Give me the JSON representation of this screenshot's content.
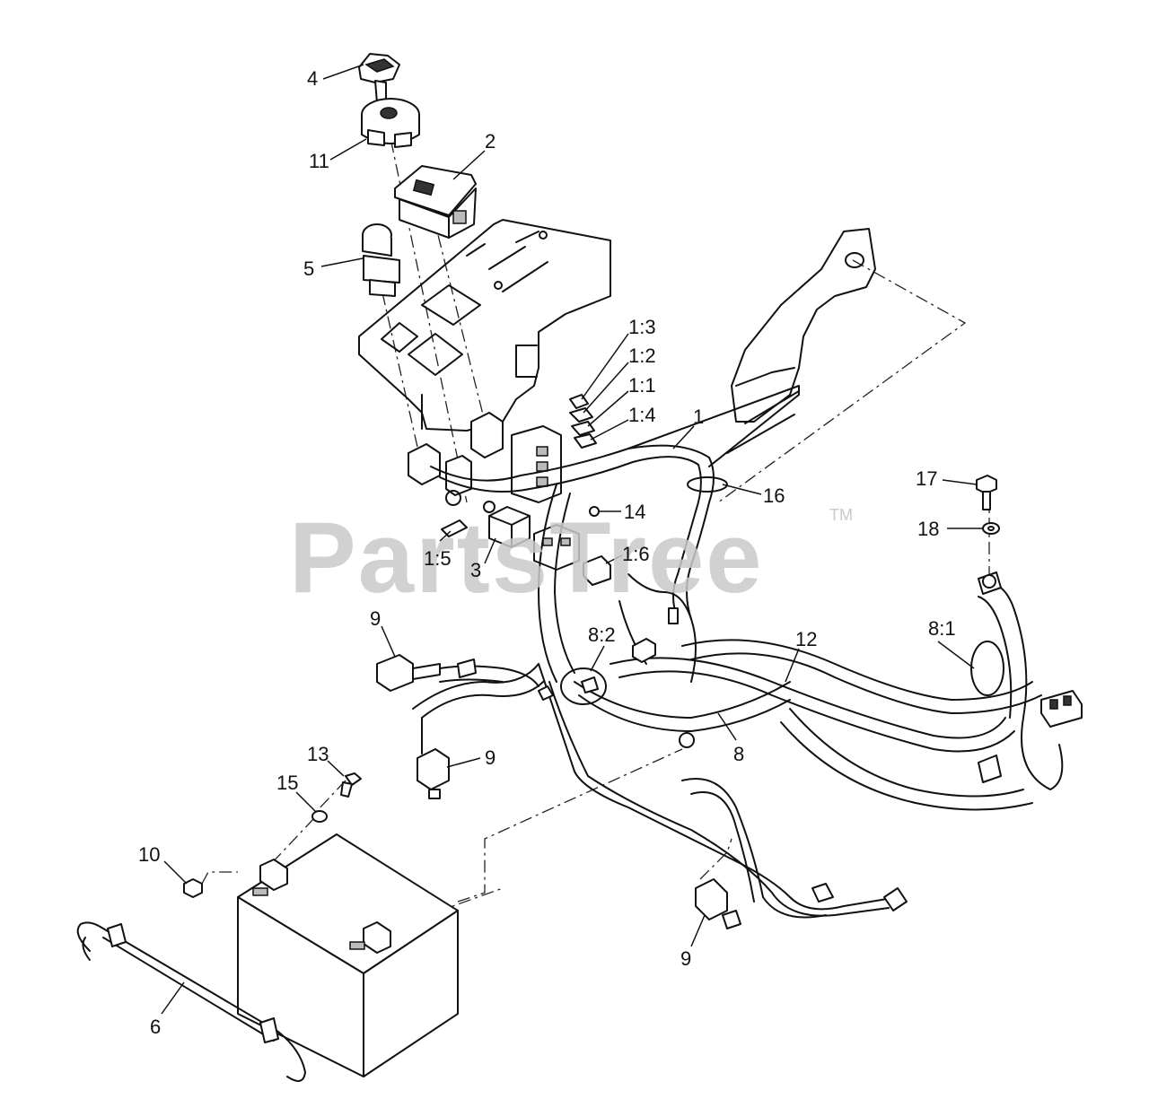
{
  "watermark": {
    "text": "PartsTree",
    "trademark": "TM"
  },
  "callouts": [
    {
      "id": "c-4",
      "label": "4"
    },
    {
      "id": "c-11",
      "label": "11"
    },
    {
      "id": "c-2",
      "label": "2"
    },
    {
      "id": "c-5",
      "label": "5"
    },
    {
      "id": "c-1-3",
      "label": "1:3"
    },
    {
      "id": "c-1-2",
      "label": "1:2"
    },
    {
      "id": "c-1-1",
      "label": "1:1"
    },
    {
      "id": "c-1-4",
      "label": "1:4"
    },
    {
      "id": "c-1",
      "label": "1"
    },
    {
      "id": "c-16",
      "label": "16"
    },
    {
      "id": "c-14",
      "label": "14"
    },
    {
      "id": "c-17",
      "label": "17"
    },
    {
      "id": "c-18",
      "label": "18"
    },
    {
      "id": "c-1-5",
      "label": "1:5"
    },
    {
      "id": "c-3",
      "label": "3"
    },
    {
      "id": "c-1-6",
      "label": "1:6"
    },
    {
      "id": "c-9a",
      "label": "9"
    },
    {
      "id": "c-8-2",
      "label": "8:2"
    },
    {
      "id": "c-12",
      "label": "12"
    },
    {
      "id": "c-8-1",
      "label": "8:1"
    },
    {
      "id": "c-9b",
      "label": "9"
    },
    {
      "id": "c-8",
      "label": "8"
    },
    {
      "id": "c-13",
      "label": "13"
    },
    {
      "id": "c-15",
      "label": "15"
    },
    {
      "id": "c-10",
      "label": "10"
    },
    {
      "id": "c-9c",
      "label": "9"
    },
    {
      "id": "c-6",
      "label": "6"
    }
  ]
}
